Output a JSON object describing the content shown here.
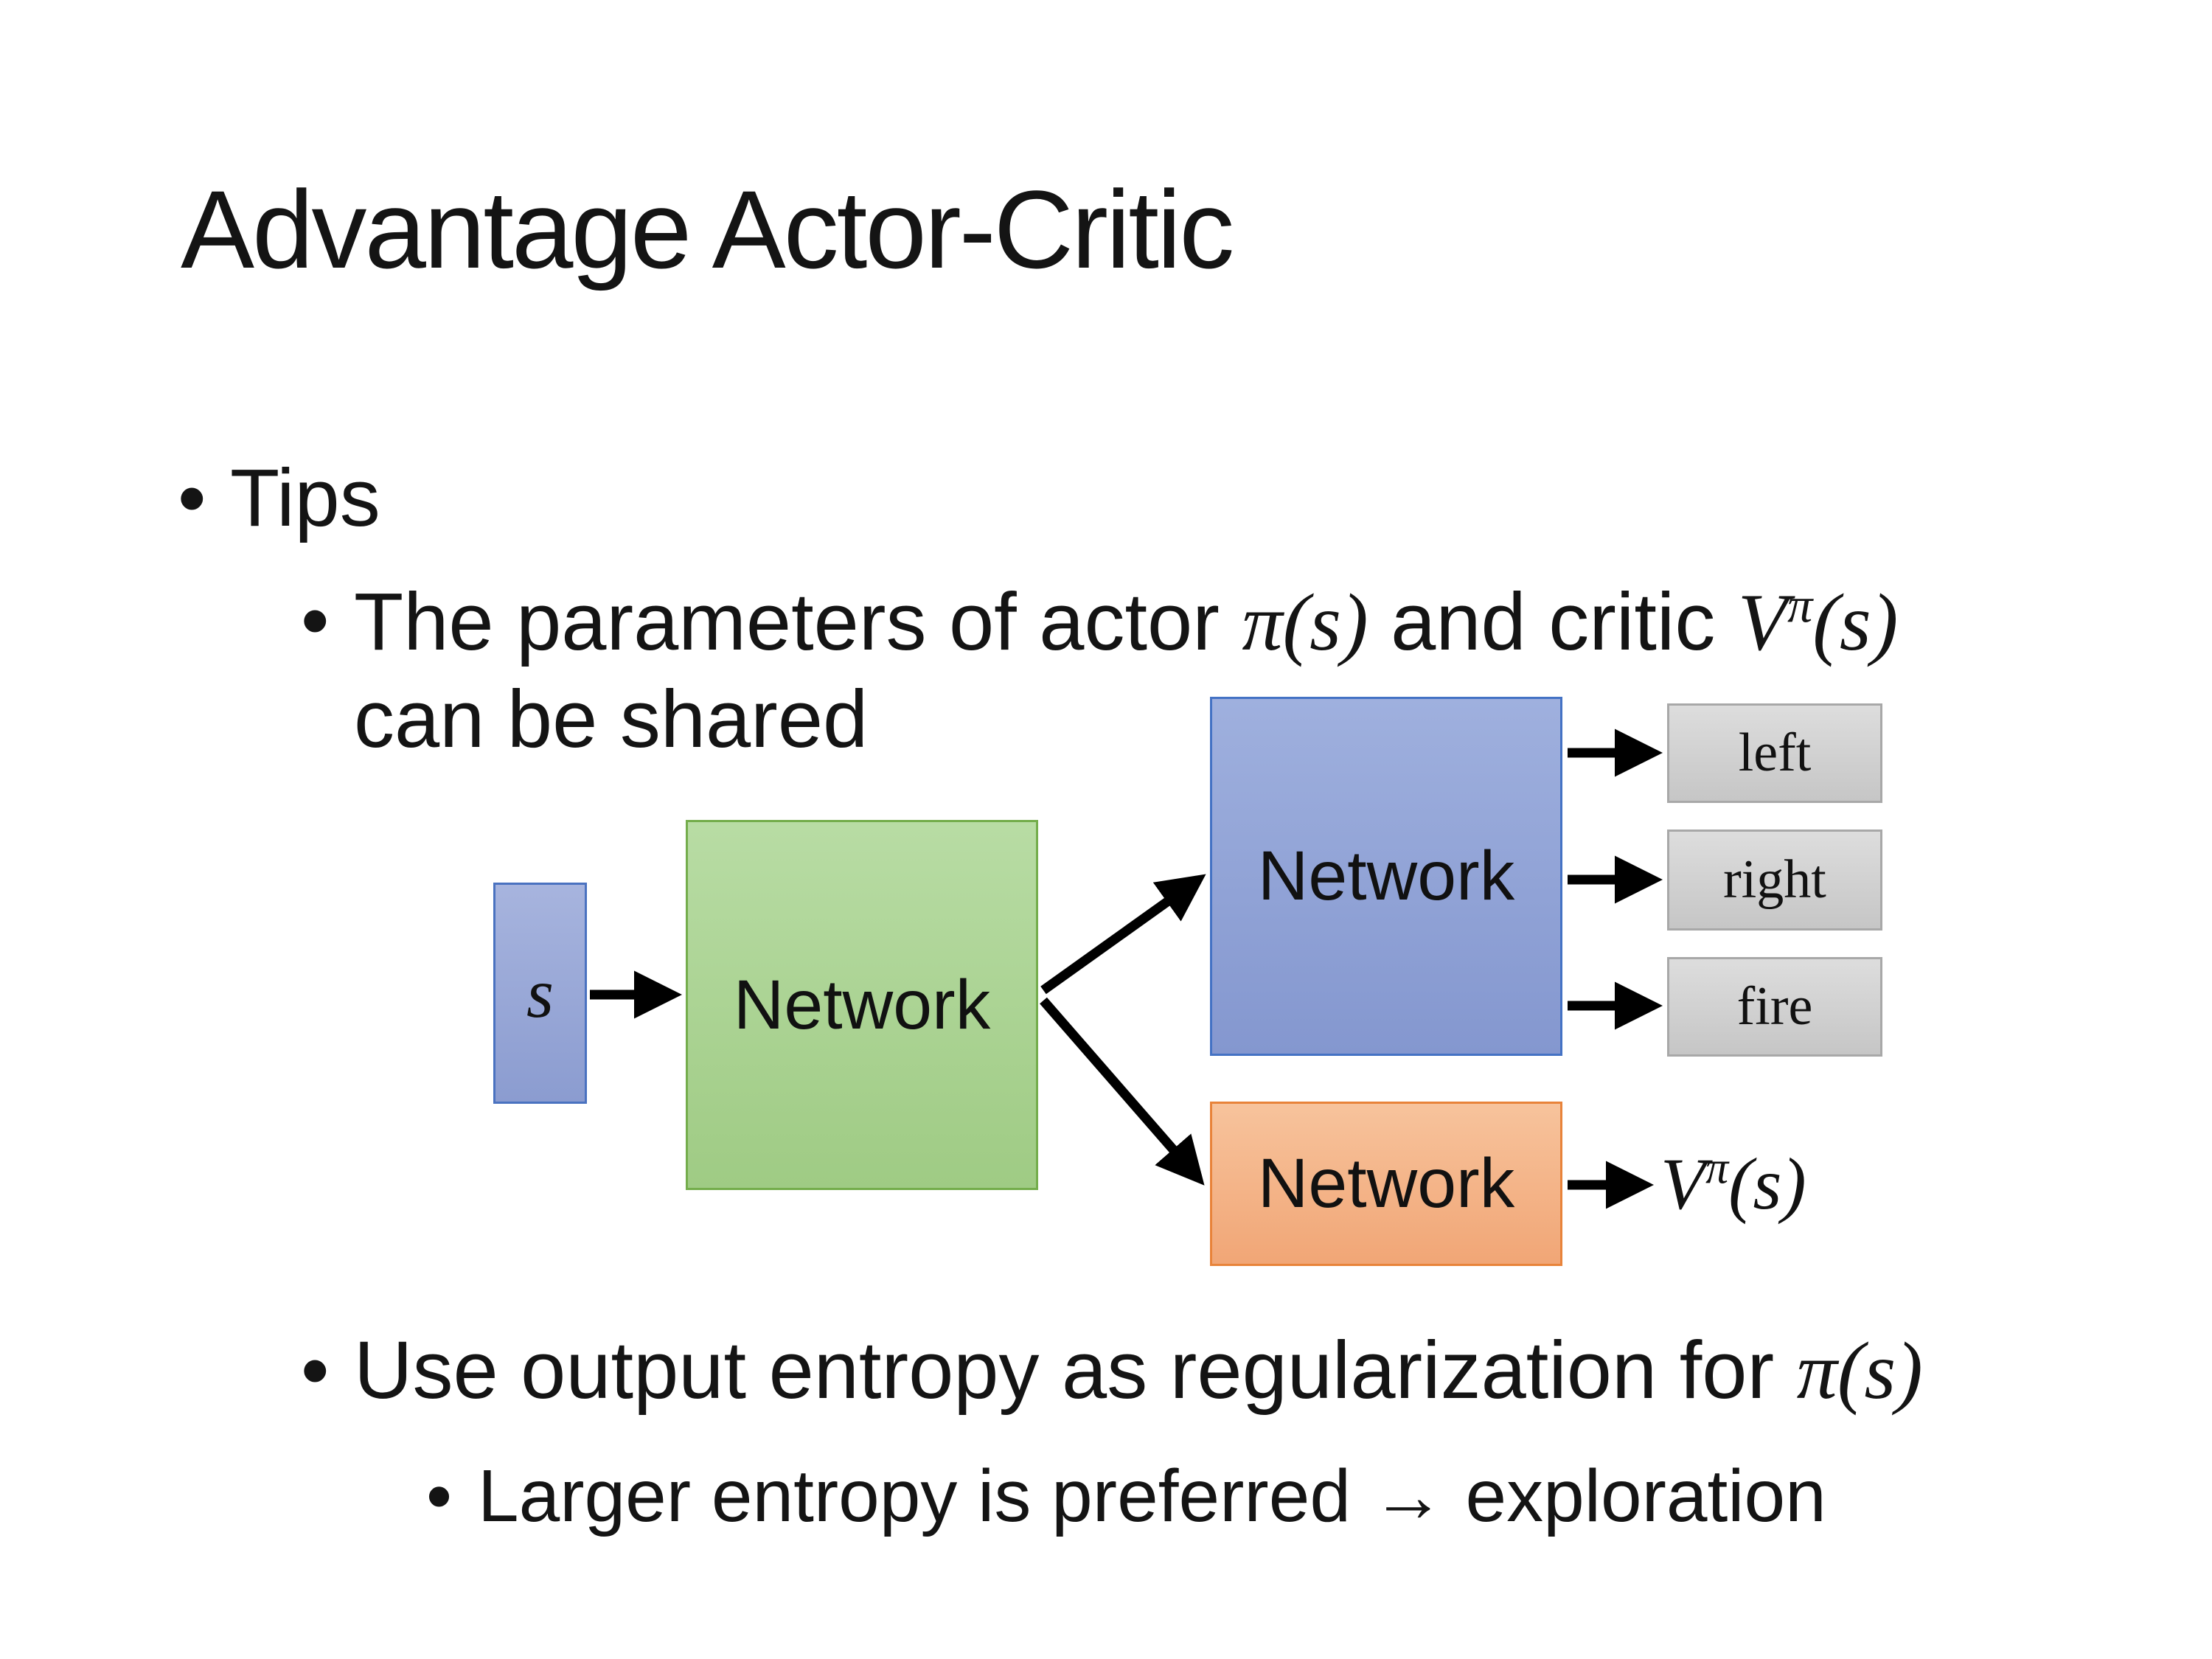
{
  "slide": {
    "title": "Advantage Actor-Critic",
    "bullet_glyph": "•",
    "bullets": {
      "l1": "Tips",
      "l2_line1": {
        "pre": "The parameters of actor ",
        "math_pi": "π(s)",
        "mid": " and critic ",
        "v_base": "V",
        "v_sup": "π",
        "v_arg": "(s)"
      },
      "l2_line2": "can be shared",
      "l2b": {
        "pre": "Use output entropy as regularization for ",
        "math_pi": "π(s)"
      },
      "l3": "Larger entropy is preferred → exploration"
    },
    "diagram": {
      "state_label": "s",
      "shared_network_label": "Network",
      "actor_network_label": "Network",
      "critic_network_label": "Network",
      "actions": [
        "left",
        "right",
        "fire"
      ],
      "critic_output": {
        "base": "V",
        "sup": "π",
        "arg": "(s)"
      },
      "colors": {
        "state_box_fill": "#96a7d9",
        "state_box_border": "#4a72c0",
        "shared_network_fill": "#a9d18e",
        "shared_network_border": "#74ad4c",
        "actor_network_fill": "#8fa2d8",
        "actor_network_border": "#4472c4",
        "critic_network_fill": "#f4b183",
        "critic_network_border": "#ed7d31",
        "action_box_fill": "#d2d2d2",
        "action_box_border": "#a8a8a8",
        "arrow": "#000000"
      }
    }
  }
}
